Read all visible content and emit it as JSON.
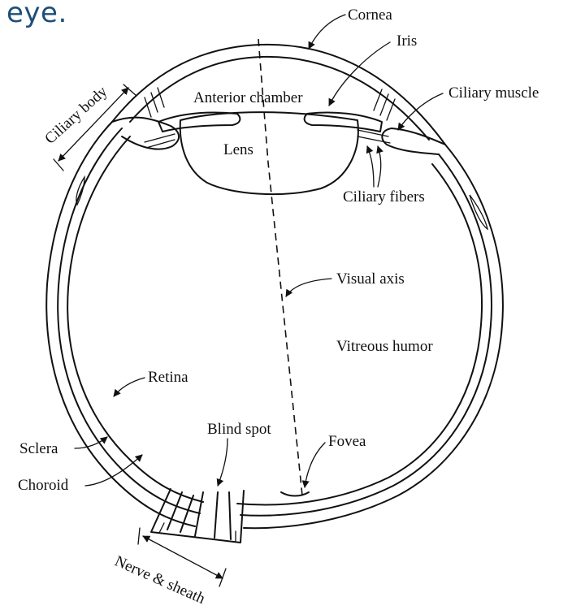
{
  "heading": "eye.",
  "labels": {
    "cornea": "Cornea",
    "iris": "Iris",
    "anterior_chamber": "Anterior chamber",
    "ciliary_muscle": "Ciliary muscle",
    "ciliary_body": "Ciliary body",
    "lens": "Lens",
    "ciliary_fibers": "Ciliary fibers",
    "visual_axis": "Visual axis",
    "vitreous_humor": "Vitreous humor",
    "retina": "Retina",
    "blind_spot": "Blind spot",
    "fovea": "Fovea",
    "sclera": "Sclera",
    "choroid": "Choroid",
    "nerve_sheath": "Nerve & sheath"
  }
}
